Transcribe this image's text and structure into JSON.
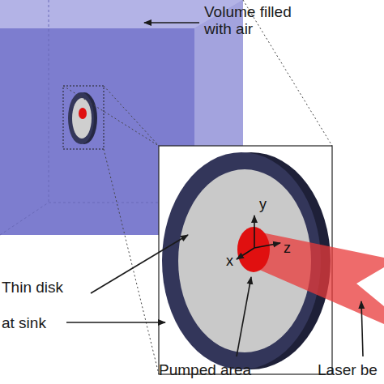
{
  "diagram": {
    "labels": [
      "Volume filled with air",
      "x",
      "y",
      "z",
      "Thin disk",
      "at sink",
      "Pumped area",
      "Laser be"
    ]
  }
}
